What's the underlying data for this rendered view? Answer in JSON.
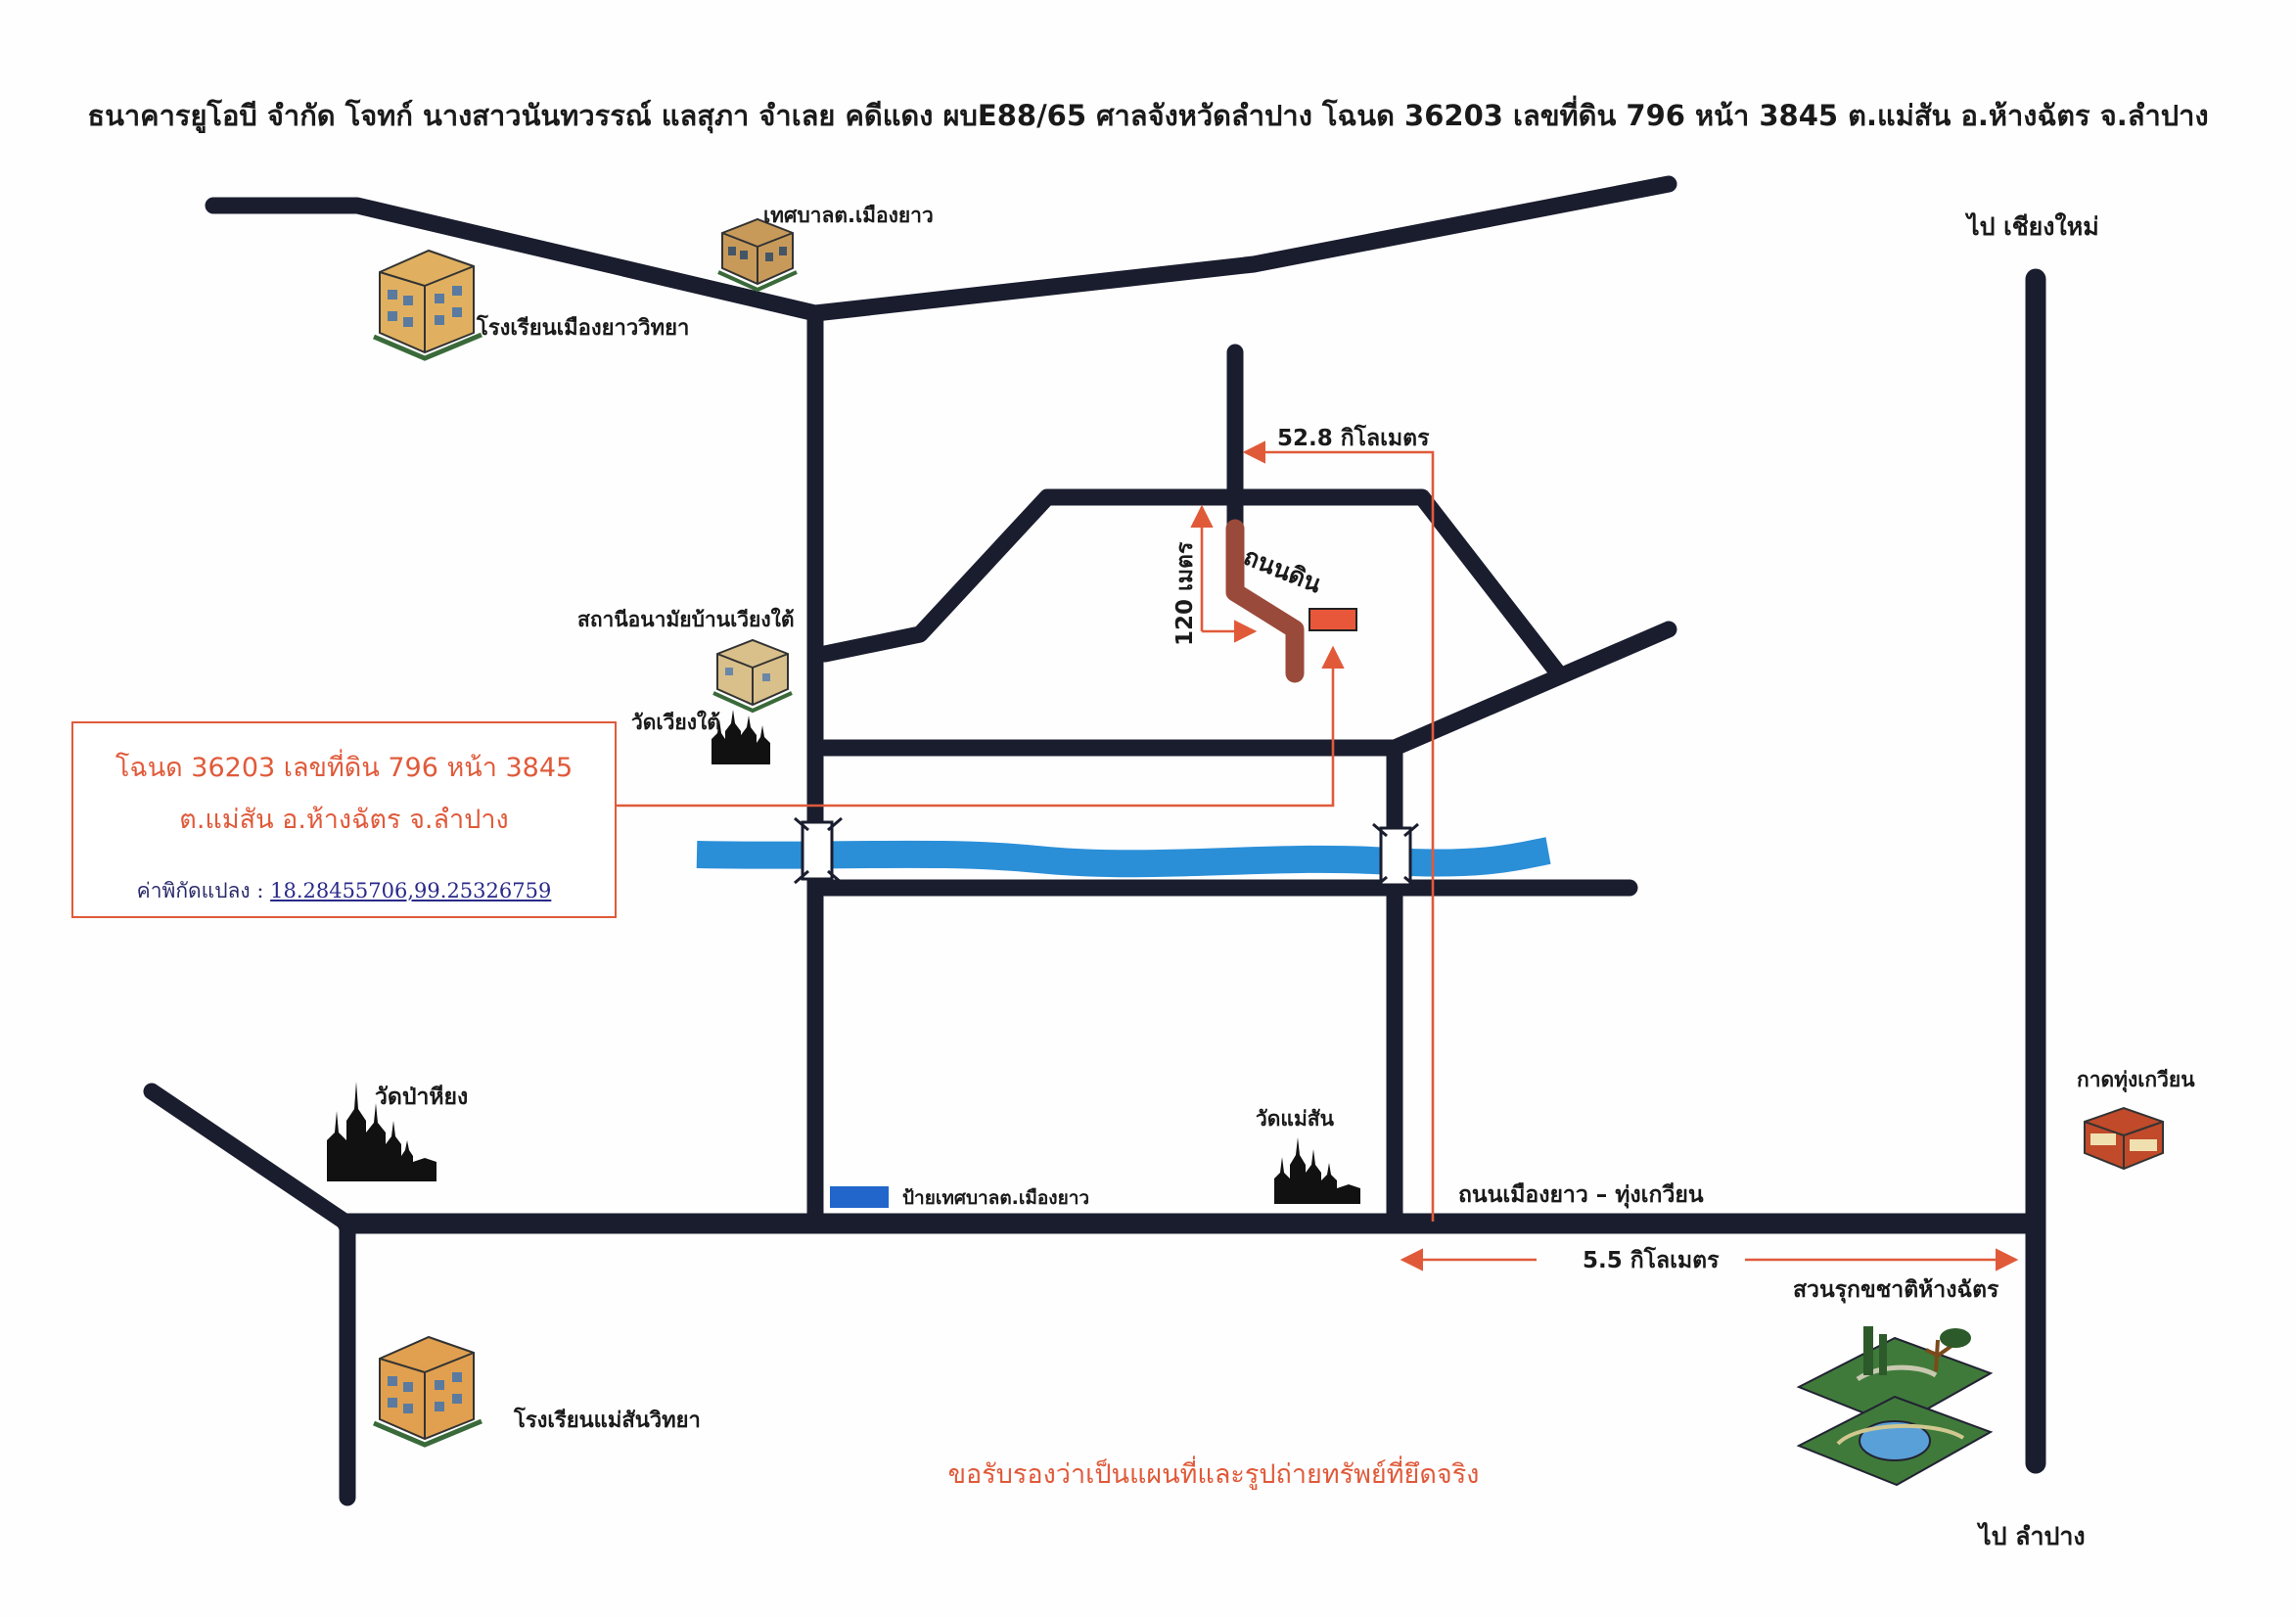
{
  "header": {
    "title": "ธนาคารยูโอบี จำกัด  โจทก์ นางสาวนันทวรรณ์ แลสุภา จำเลย คดีแดง ผบE88/65 ศาลจังหวัดลำปาง โฉนด 36203 เลขที่ดิน 796 หน้า 3845 ต.แม่สัน อ.ห้างฉัตร จ.ลำปาง"
  },
  "labels": {
    "municipality": "เทศบาลต.เมืองยาว",
    "school_muangyao": "โรงเรียนเมืองยาววิทยา",
    "to_chiangmai": "ไป เชียงใหม่",
    "health_station": "สถานีอนามัยบ้านเวียงใต้",
    "temple_wiangtai": "วัดเวียงใต้",
    "temple_pahiang": "วัดป่าหียง",
    "temple_maesan": "วัดแม่สัน",
    "municipal_sign": "ป้ายเทศบาลต.เมืองยาว",
    "main_road": "ถนนเมืองยาว – ทุ่งเกวียน",
    "kad_thungkwian": "กาดทุ่งเกวียน",
    "arboretum": "สวนรุกขชาติห้างฉัตร",
    "school_maesan": "โรงเรียนแม่สันวิทยา",
    "to_lampang": "ไป ลำปาง",
    "certify": "ขอรับรองว่าเป็นแผนที่และรูปถ่ายทรัพย์ที่ยึดจริง",
    "dirt_road": "ถนนดิน"
  },
  "distances": {
    "d1": "52.8 กิโลเมตร",
    "d2": "120 เมตร",
    "d3": "5.5 กิโลเมตร"
  },
  "info_box": {
    "line1": "โฉนด 36203  เลขที่ดิน 796  หน้า 3845",
    "line2": "ต.แม่สัน    อ.ห้างฉัตร   จ.ลำปาง",
    "coord_label": "ค่าพิกัดแปลง : ",
    "coord_value": "18.28455706,99.25326759"
  },
  "colors": {
    "road": "#1a1d2e",
    "dirt_road": "#9a4a3a",
    "river": "#2b8fd8",
    "accent": "#e05a3a",
    "parcel": "#e8573a",
    "sign": "#2266cc"
  },
  "icons": {
    "building": "building-icon",
    "temple": "temple-icon",
    "shop": "shop-icon",
    "park": "park-icon"
  }
}
